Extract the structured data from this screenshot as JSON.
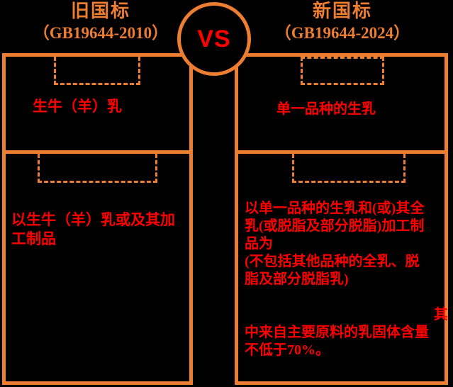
{
  "meta": {
    "background_color": "#000000",
    "accent_orange": "#ED7D31",
    "text_red": "#FF0000"
  },
  "vs_badge": {
    "label": "VS"
  },
  "old_standard": {
    "title": "旧国标",
    "code": "（GB19644-2010）",
    "top_section": {
      "text": "生牛（羊）乳"
    },
    "bottom_section": {
      "lines": [
        "以生牛（羊）乳或及其加",
        "工制品"
      ]
    }
  },
  "new_standard": {
    "title": "新国标",
    "code": "（GB19644-2024）",
    "top_section": {
      "text": "单一品种的生乳"
    },
    "bottom_section": {
      "lines": [
        "以单一品种的生乳和(或)其全",
        "乳(或脱脂及部分脱脂)加工制",
        "品为",
        "(不包括其他品种的全乳、脱",
        "脂及部分脱脂乳)",
        "",
        "其",
        "中来自主要原料的乳固体含量",
        "不低于70%。"
      ]
    }
  }
}
